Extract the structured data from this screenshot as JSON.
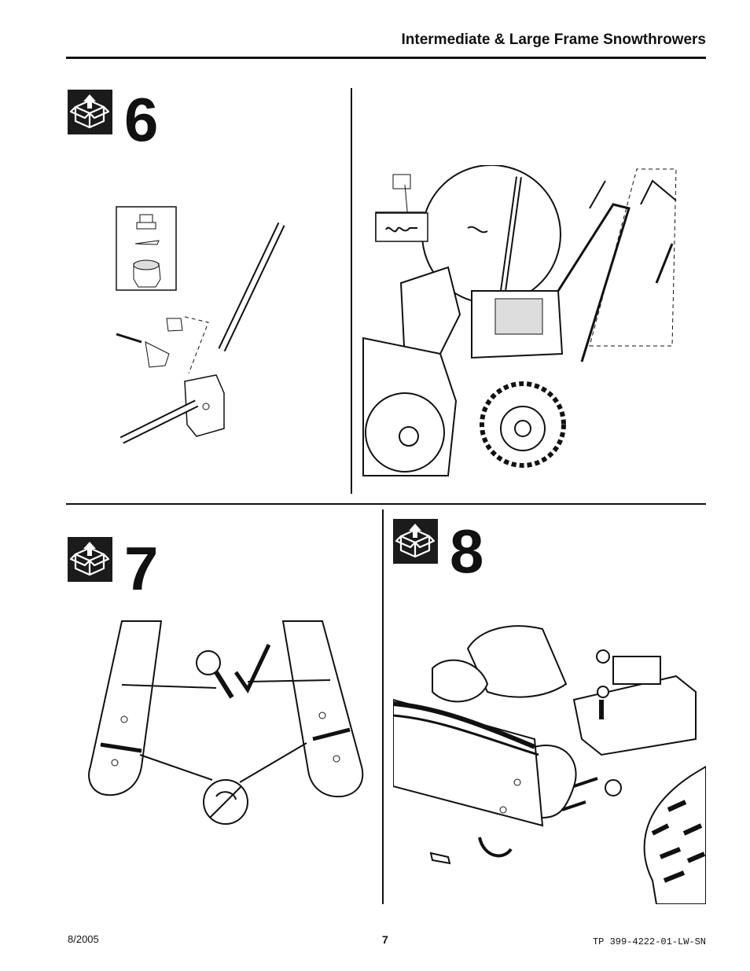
{
  "header": {
    "title": "Intermediate & Large Frame Snowthrowers"
  },
  "steps": [
    {
      "number": "6",
      "icon": "parts-box-icon"
    },
    {
      "number": "7",
      "icon": "parts-box-icon"
    },
    {
      "number": "8",
      "icon": "parts-box-icon"
    }
  ],
  "footer": {
    "date": "8/2005",
    "page": "7",
    "doc_id": "TP 399-4222-01-LW-SN"
  }
}
